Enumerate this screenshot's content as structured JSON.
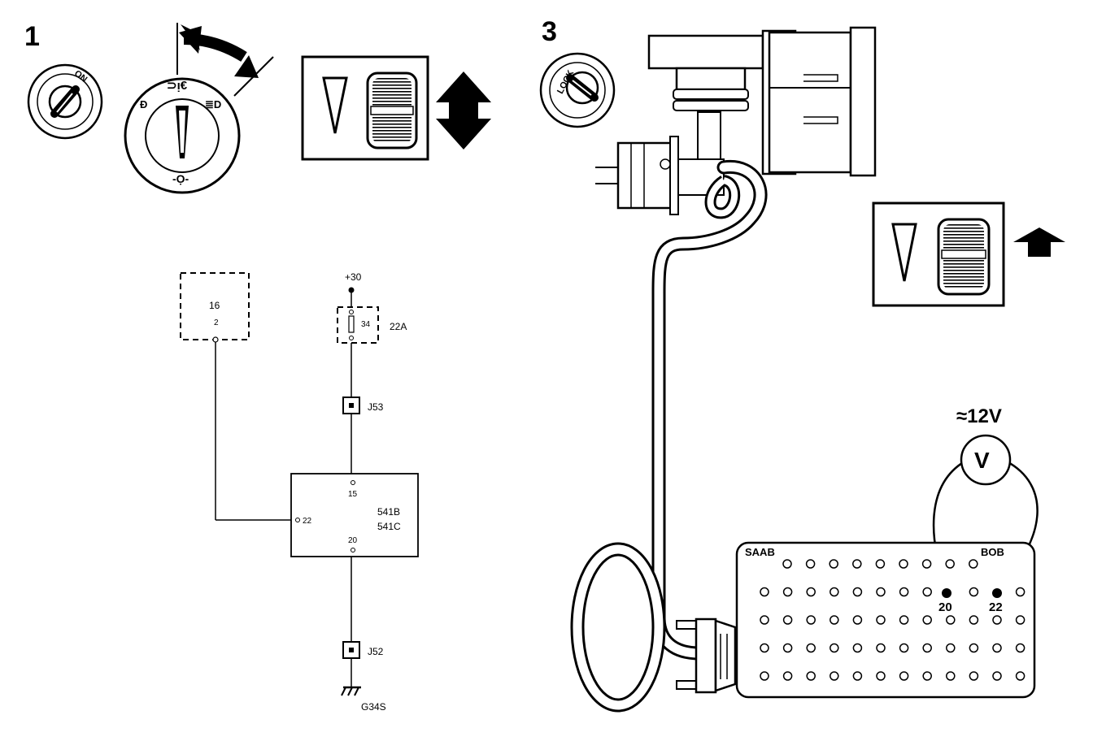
{
  "steps": {
    "step1": "1",
    "step3": "3"
  },
  "ignition": {
    "on_label": "ON",
    "lock_label": "LOCK"
  },
  "schematic": {
    "supply": "+30",
    "fuse_number": "34",
    "fuse_box": "22A",
    "module_16": "16",
    "module_16_pin": "2",
    "connector_j53": "J53",
    "connector_j52": "J52",
    "control_unit_1": "541B",
    "control_unit_2": "541C",
    "pin_15": "15",
    "pin_22": "22",
    "pin_20": "20",
    "ground": "G34S"
  },
  "meter": {
    "reading": "≈12V",
    "symbol": "V"
  },
  "bob": {
    "brand_left": "SAAB",
    "brand_right": "BOB",
    "probe_pin_a": "20",
    "probe_pin_b": "22"
  }
}
